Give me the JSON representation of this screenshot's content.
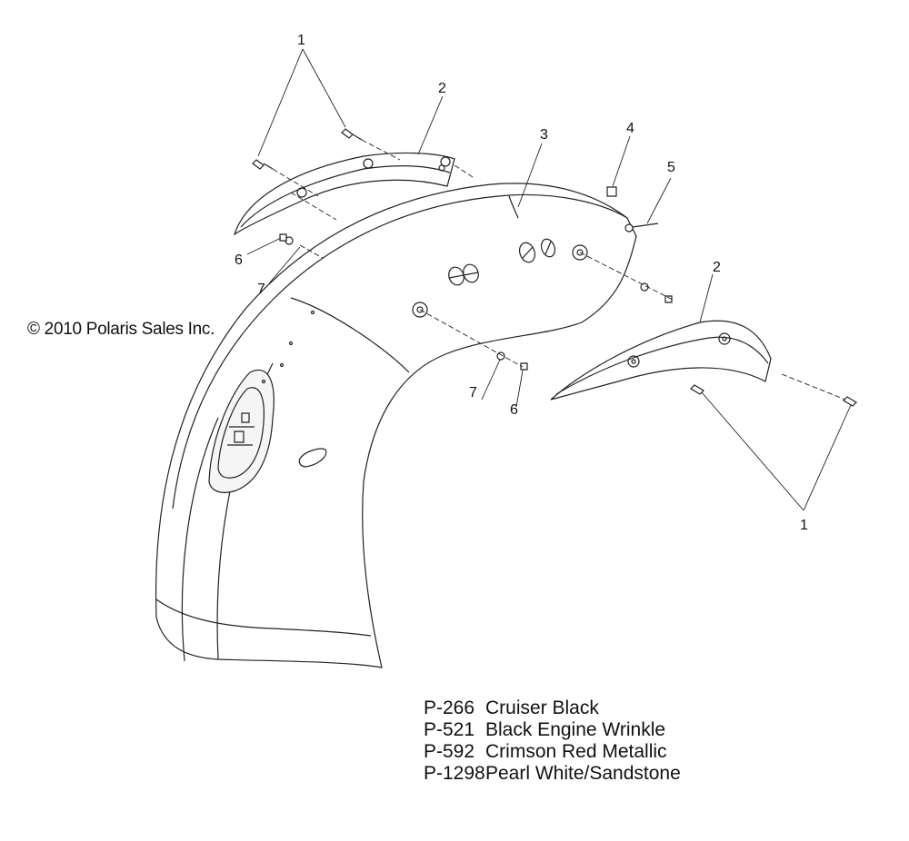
{
  "callouts": {
    "c1_top": "1",
    "c2_top": "2",
    "c3": "3",
    "c4": "4",
    "c5": "5",
    "c6_left": "6",
    "c7_left": "7",
    "c2_right": "2",
    "c7_mid": "7",
    "c6_mid": "6",
    "c1_bottom": "1"
  },
  "copyright": "© 2010 Polaris Sales Inc.",
  "legend": [
    {
      "code": "P-266",
      "name": "Cruiser Black"
    },
    {
      "code": "P-521",
      "name": "Black Engine Wrinkle"
    },
    {
      "code": "P-592",
      "name": "Crimson Red Metallic"
    },
    {
      "code": "P-1298",
      "name": "Pearl White/Sandstone"
    }
  ]
}
